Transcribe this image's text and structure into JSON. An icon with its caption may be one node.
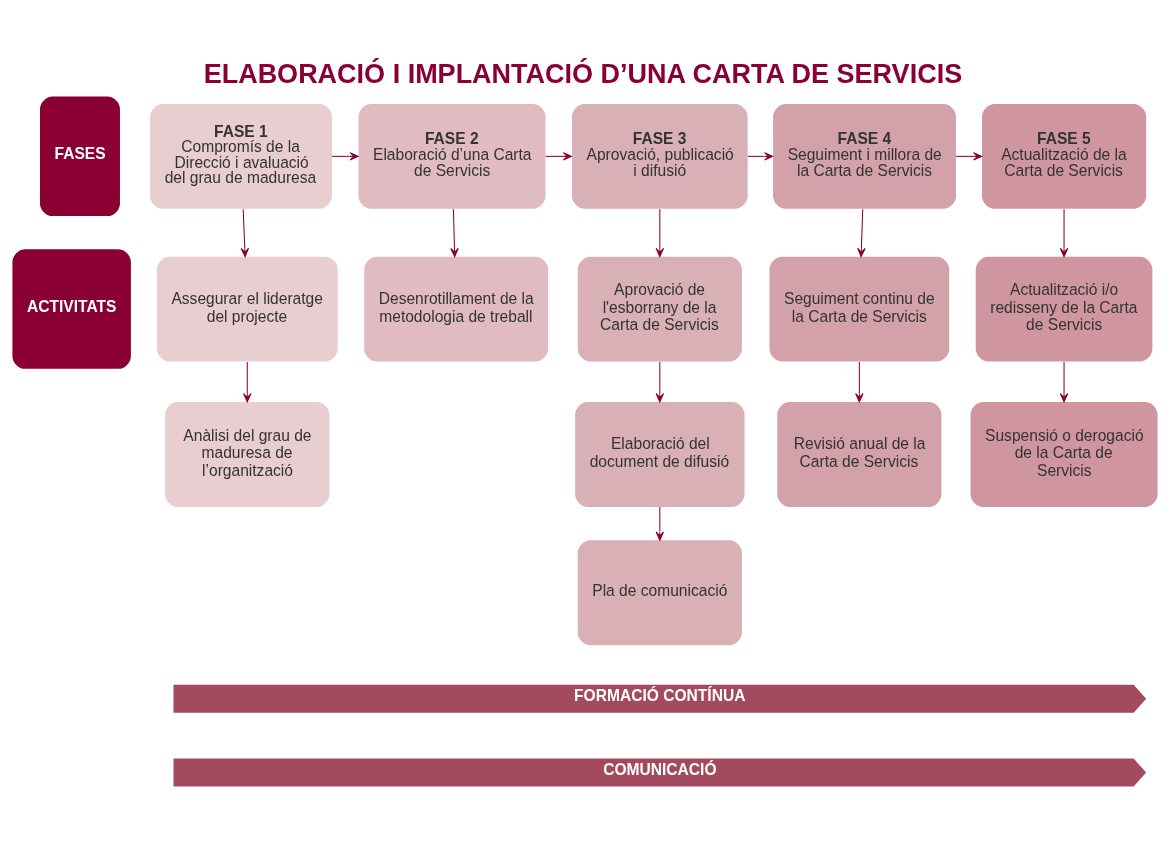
{
  "diagram": {
    "title": "ELABORACIÓ I IMPLANTACIÓ D’UNA CARTA DE SERVICIS",
    "nodes": [
      {
        "text": [
          "FASES"
        ]
      },
      {
        "text": [
          "FASE 1",
          "Compromís de la Direcció i avaluació del grau de maduresa"
        ]
      },
      {
        "text": [
          "FASE 2",
          "Elaboració d’una Carta de Servicis"
        ]
      },
      {
        "text": [
          "FASE 3",
          "Aprovació, publicació i difusió"
        ]
      },
      {
        "text": [
          "FASE 4",
          "Seguiment i millora de la Carta de Servicis"
        ]
      },
      {
        "text": [
          "FASE 5",
          "Actualització de la Carta de Servicis"
        ]
      },
      {
        "text": [
          "ACTIVITATS"
        ]
      },
      {
        "text": [
          "Assegurar el lideratge del projecte"
        ]
      },
      {
        "text": [
          "Anàlisi del grau de maduresa de l’organització"
        ]
      },
      {
        "text": [
          "Desenrotillament de la metodologia de treball"
        ]
      },
      {
        "text": [
          "Aprovació de l'esborrany de la Carta de Servicis"
        ]
      },
      {
        "text": [
          "Elaboració del document de difusió"
        ]
      },
      {
        "text": [
          "Pla de comunicació"
        ]
      },
      {
        "text": [
          "Seguiment continu de la Carta de Servicis"
        ]
      },
      {
        "text": [
          "Revisió anual de la Carta de Servicis"
        ]
      },
      {
        "text": [
          "Actualització i/o redisseny de la Carta de Servicis"
        ]
      },
      {
        "text": [
          "Suspensió o derogació de la Carta de Servicis"
        ]
      },
      {
        "text": [
          "FORMACIÓ CONTÍNUA"
        ]
      },
      {
        "text": [
          "COMUNICACIÓ"
        ]
      }
    ],
    "edges": [
      {
        "from": 1,
        "to": 2,
        "arrow": "to"
      },
      {
        "from": 2,
        "to": 3,
        "arrow": "to"
      },
      {
        "from": 3,
        "to": 4,
        "arrow": "to"
      },
      {
        "from": 4,
        "to": 5,
        "arrow": "to"
      },
      {
        "from": 1,
        "to": 7,
        "arrow": "to"
      },
      {
        "from": 7,
        "to": 8,
        "arrow": "to"
      },
      {
        "from": 2,
        "to": 9,
        "arrow": "to"
      },
      {
        "from": 3,
        "to": 10,
        "arrow": "to"
      },
      {
        "from": 10,
        "to": 11,
        "arrow": "to"
      },
      {
        "from": 11,
        "to": 12,
        "arrow": "to"
      },
      {
        "from": 4,
        "to": 13,
        "arrow": "to"
      },
      {
        "from": 13,
        "to": 14,
        "arrow": "to"
      },
      {
        "from": 5,
        "to": 15,
        "arrow": "to"
      },
      {
        "from": 15,
        "to": 16,
        "arrow": "to"
      }
    ]
  }
}
